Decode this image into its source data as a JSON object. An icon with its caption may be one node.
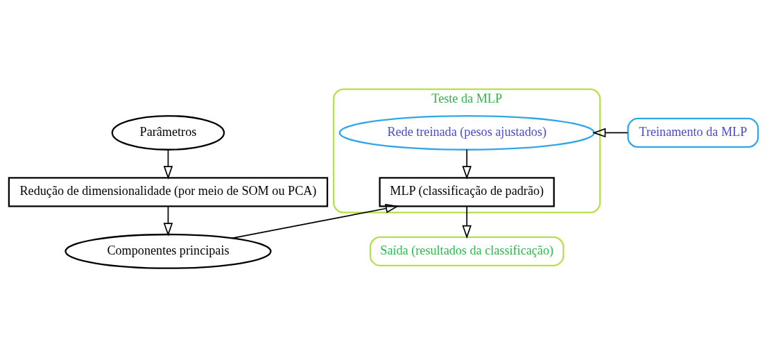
{
  "diagram": {
    "nodes": [
      {
        "text": [
          "Parâmetros"
        ]
      },
      {
        "text": [
          "Redução de dimensionalidade (por meio de SOM ou PCA)"
        ]
      },
      {
        "text": [
          "Componentes principais"
        ]
      },
      {
        "text": [
          "Teste da MLP"
        ]
      },
      {
        "text": [
          "Rede treinada (pesos ajustados)"
        ],
        "in": 3
      },
      {
        "text": [
          "MLP (classificação de padrão)"
        ],
        "in": 3
      },
      {
        "text": [
          "Treinamento da MLP"
        ]
      },
      {
        "text": [
          "Saída (resultados da classificação)"
        ]
      }
    ],
    "edges": [
      {
        "from": 0,
        "to": 1,
        "arrow": "to"
      },
      {
        "from": 1,
        "to": 2,
        "arrow": "to"
      },
      {
        "from": 2,
        "to": 5,
        "arrow": "to"
      },
      {
        "from": 6,
        "to": 4,
        "arrow": "to"
      },
      {
        "from": 4,
        "to": 5,
        "arrow": "to"
      },
      {
        "from": 5,
        "to": 7,
        "arrow": "to"
      }
    ]
  }
}
